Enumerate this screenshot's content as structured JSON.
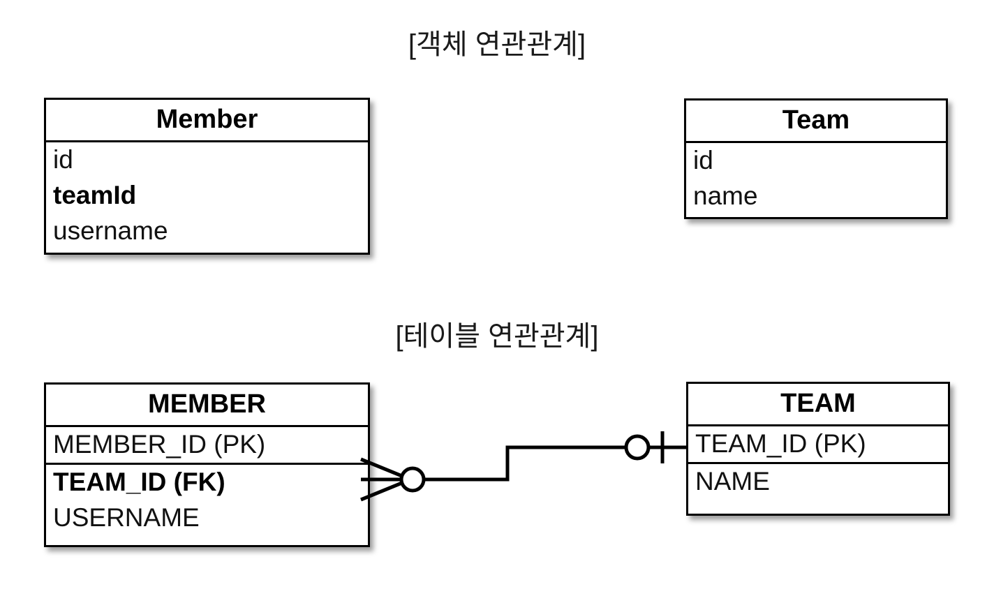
{
  "diagram": {
    "background": "#ffffff",
    "stroke": "#000000",
    "sections": [
      {
        "key": "object",
        "title": "[객체 연관관계]"
      },
      {
        "key": "table",
        "title": "[테이블 연관관계]"
      }
    ]
  },
  "object_model": {
    "member": {
      "name": "Member",
      "fields": [
        {
          "label": "id",
          "emphasis": "normal"
        },
        {
          "label": "teamId",
          "emphasis": "bold"
        },
        {
          "label": "username",
          "emphasis": "normal"
        }
      ]
    },
    "team": {
      "name": "Team",
      "fields": [
        {
          "label": "id",
          "emphasis": "normal"
        },
        {
          "label": "name",
          "emphasis": "normal"
        }
      ]
    }
  },
  "table_model": {
    "member": {
      "name": "MEMBER",
      "groups": [
        {
          "fields": [
            {
              "label": "MEMBER_ID (PK)",
              "emphasis": "normal"
            }
          ]
        },
        {
          "fields": [
            {
              "label": "TEAM_ID (FK)",
              "emphasis": "bold"
            },
            {
              "label": "USERNAME",
              "emphasis": "normal"
            }
          ]
        }
      ]
    },
    "team": {
      "name": "TEAM",
      "groups": [
        {
          "fields": [
            {
              "label": "TEAM_ID (PK)",
              "emphasis": "normal"
            }
          ]
        },
        {
          "fields": [
            {
              "label": "NAME",
              "emphasis": "normal"
            }
          ]
        }
      ]
    },
    "relationship": {
      "left_cardinality": "many-optional (crow's foot + circle)",
      "right_cardinality": "zero-or-one (circle + tick)",
      "notation": "crows-foot",
      "meaning": "MEMBER.TEAM_ID (FK) references TEAM.TEAM_ID (PK)"
    }
  }
}
